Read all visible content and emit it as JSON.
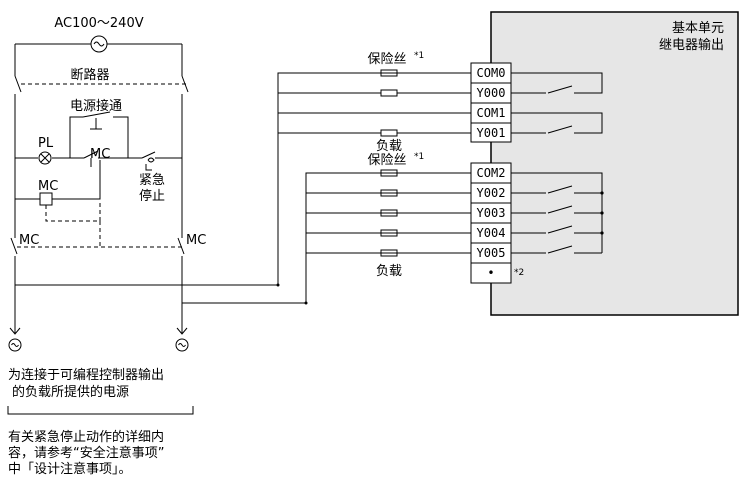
{
  "power": {
    "label": "AC100～240V"
  },
  "breaker": {
    "label": "断路器"
  },
  "power_on": {
    "label": "电源接通"
  },
  "pilot_lamp": {
    "label": "PL"
  },
  "contactor": {
    "label": "MC"
  },
  "emergency_stop": {
    "line1": "紧急",
    "line2": "停止"
  },
  "unit": {
    "line1": "基本单元",
    "line2": "继电器输出"
  },
  "fuse": {
    "label": "保险丝",
    "mark": "*1"
  },
  "load": {
    "label": "负载"
  },
  "terminals": [
    "COM0",
    "Y000",
    "COM1",
    "Y001",
    "COM2",
    "Y002",
    "Y003",
    "Y004",
    "Y005"
  ],
  "unused_terminal": {
    "label": "•",
    "mark": "*2"
  },
  "notes": {
    "supply_line1": "为连接于可编程控制器输出",
    "supply_line2": "的负载所提供的电源",
    "estop_line1": "有关紧急停止动作的详细内",
    "estop_line2": "容，请参考“安全注意事项”",
    "estop_line3": "中「设计注意事项」。"
  }
}
